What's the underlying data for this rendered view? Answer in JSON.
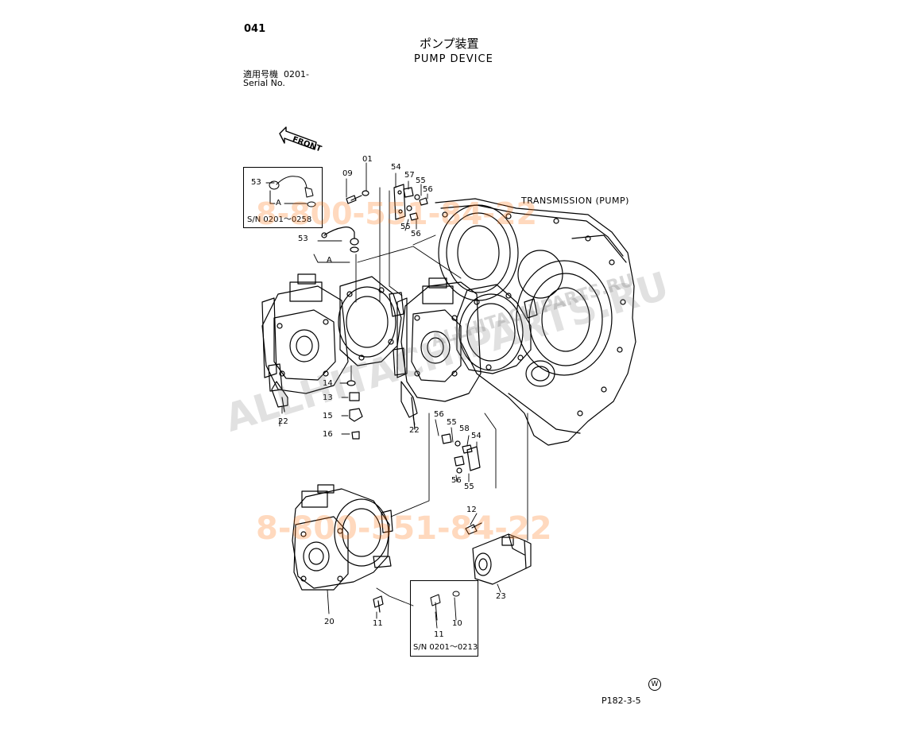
{
  "header": {
    "page_no": "041",
    "title_jp": "ポンプ装置",
    "title_en": "PUMP DEVICE",
    "serial_jp": "適用号機",
    "serial_value": "0201-",
    "serial_en": "Serial No."
  },
  "front_arrow_label": "FRONT",
  "transmission_label": "TRANSMISSION (PUMP)",
  "inset_top": {
    "serial": "S/N 0201～0258",
    "part": "53",
    "marker": "A"
  },
  "inset_bottom": {
    "serial": "S/N 0201～0213",
    "parts": [
      "11",
      "10"
    ]
  },
  "main_marker": "A",
  "part_numbers": {
    "p01": "01",
    "p09": "09",
    "p54a": "54",
    "p57": "57",
    "p55a": "55",
    "p56a": "56",
    "p55b": "55",
    "p56b": "56",
    "p53": "53",
    "p14": "14",
    "p13": "13",
    "p15": "15",
    "p16": "16",
    "p22a": "22",
    "p22b": "22",
    "p56c": "56",
    "p55c": "55",
    "p58": "58",
    "p54b": "54",
    "p56d": "56",
    "p55d": "55",
    "p12": "12",
    "p23": "23",
    "p20": "20",
    "p11": "11"
  },
  "footer": {
    "figure_code": "P182-3-5",
    "mark": "W"
  },
  "watermarks": {
    "phone_top": "8-800-551-84-22",
    "phone_bottom": "8-800-551-84-22",
    "site": "ALLHITACHIPARTS.RU",
    "site_small": "ALLHITACHIPARTS.RU"
  }
}
